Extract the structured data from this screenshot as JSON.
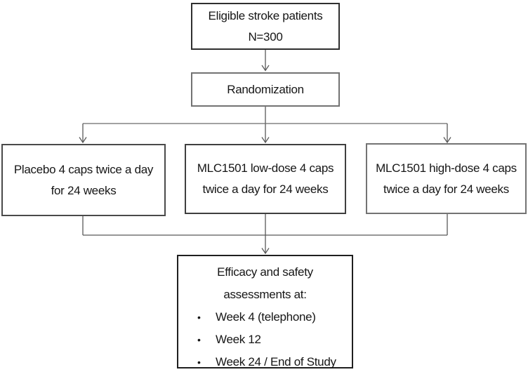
{
  "diagram": {
    "type": "flowchart",
    "nodes": {
      "eligible": {
        "line1": "Eligible stroke patients",
        "line2": "N=300"
      },
      "randomization": {
        "label": "Randomization"
      },
      "placebo": {
        "line1": "Placebo 4 caps twice a day",
        "line2": "for 24 weeks"
      },
      "low_dose": {
        "line1": "MLC1501 low-dose 4 caps",
        "line2": "twice a day for 24 weeks"
      },
      "high_dose": {
        "line1": "MLC1501 high-dose 4 caps",
        "line2": "twice a day for 24 weeks"
      },
      "assessments": {
        "heading_line1": "Efficacy and safety",
        "heading_line2": "assessments at:",
        "bullet_char": "•",
        "bullets": [
          "Week 4 (telephone)",
          "Week 12",
          "Week 24 / End of Study"
        ]
      }
    },
    "edges": [
      "eligible -> randomization",
      "randomization -> placebo",
      "randomization -> low_dose",
      "randomization -> high_dose",
      "placebo -> assessments",
      "low_dose -> assessments",
      "high_dose -> assessments"
    ]
  },
  "colors": {
    "background": "#ffffff",
    "text_color": "#161616",
    "border_color": "#3f3f3f",
    "connector_color": "#595959"
  }
}
